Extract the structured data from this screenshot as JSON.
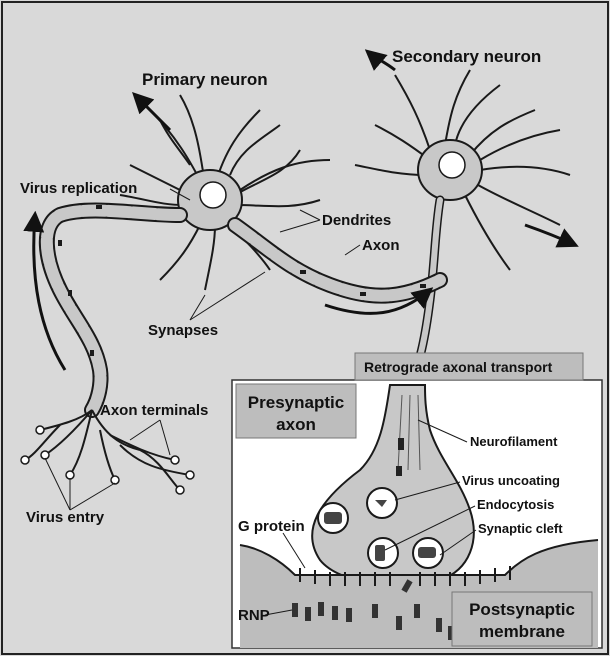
{
  "labels": {
    "primary_neuron": "Primary neuron",
    "secondary_neuron": "Secondary neuron",
    "virus_replication": "Virus replication",
    "dendrites": "Dendrites",
    "axon": "Axon",
    "synapses": "Synapses",
    "retrograde_axonal_transport": "Retrograde axonal transport",
    "axon_terminals": "Axon terminals",
    "virus_entry": "Virus entry",
    "presynaptic_axon_line1": "Presynaptic",
    "presynaptic_axon_line2": "axon",
    "neurofilament": "Neurofilament",
    "virus_uncoating": "Virus uncoating",
    "endocytosis": "Endocytosis",
    "synaptic_cleft": "Synaptic cleft",
    "g_protein": "G protein",
    "rnp": "RNP",
    "postsynaptic_line1": "Postsynaptic",
    "postsynaptic_line2": "membrane"
  },
  "colors": {
    "background": "#d9d9d9",
    "inset_background": "#ffffff",
    "neuron_fill": "#c8c8c8",
    "dark": "#1a1a1a",
    "label_box": "#bdbdbd"
  }
}
